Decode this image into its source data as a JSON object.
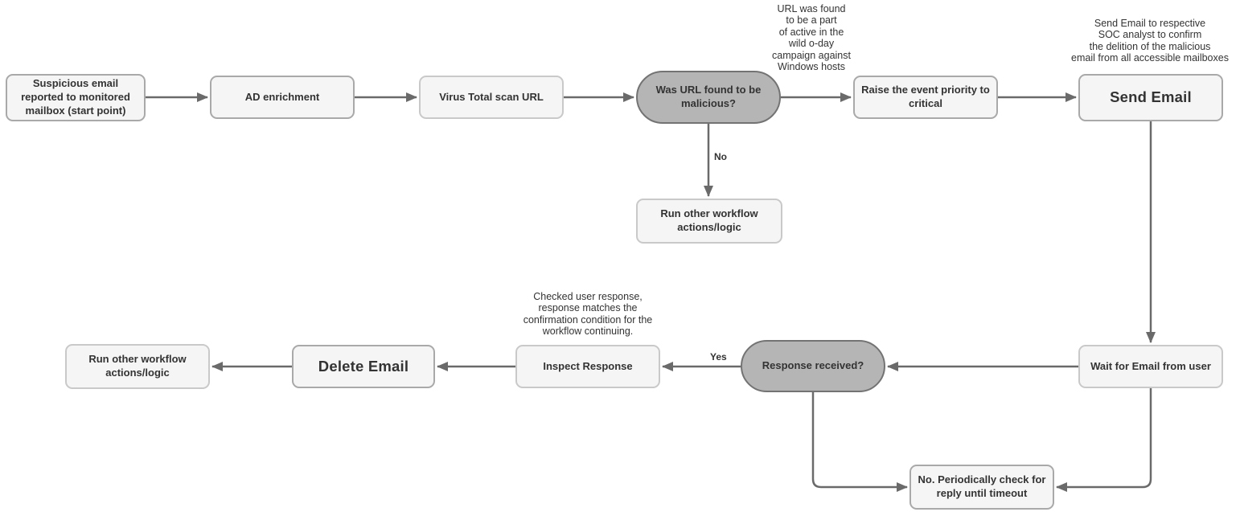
{
  "colors": {
    "process_fill": "#f5f5f5",
    "process_border": "#a9a9a9",
    "process_border_light": "#c9c9c9",
    "decision_fill": "#b5b5b5",
    "decision_border": "#737373",
    "arrow": "#6a6a6a",
    "text": "#333333"
  },
  "nodes": {
    "start": {
      "label": "Suspicious email\nreported to monitored\nmailbox (start point)",
      "type": "process"
    },
    "ad_enrichment": {
      "label": "AD enrichment",
      "type": "process"
    },
    "virus_total": {
      "label": "Virus Total scan URL",
      "type": "process"
    },
    "url_malicious": {
      "label": "Was URL found to be\nmalicious?",
      "type": "decision"
    },
    "raise_priority": {
      "label": "Raise the event priority to\ncritical",
      "type": "process"
    },
    "send_email": {
      "label": "Send Email",
      "type": "process"
    },
    "run_other_top": {
      "label": "Run other workflow\nactions/logic",
      "type": "process"
    },
    "wait_email": {
      "label": "Wait for Email from user",
      "type": "process"
    },
    "response_received": {
      "label": "Response received?",
      "type": "decision"
    },
    "inspect_response": {
      "label": "Inspect Response",
      "type": "process"
    },
    "delete_email": {
      "label": "Delete Email",
      "type": "process"
    },
    "run_other_bottom": {
      "label": "Run other workflow\nactions/logic",
      "type": "process"
    },
    "periodic_check": {
      "label": "No. Periodically check for\nreply until timeout",
      "type": "process"
    }
  },
  "annotations": {
    "zero_day_note": "URL was found\nto be a part\nof active in the\nwild o-day\ncampaign against\nWindows hosts",
    "send_email_note": "Send Email to respective\nSOC analyst to confirm\nthe delition of the malicious\nemail from all accessible mailboxes",
    "inspect_note": "Checked user response,\nresponse matches the\nconfirmation condition for the\nworkflow continuing."
  },
  "edge_labels": {
    "no": "No",
    "yes": "Yes"
  }
}
